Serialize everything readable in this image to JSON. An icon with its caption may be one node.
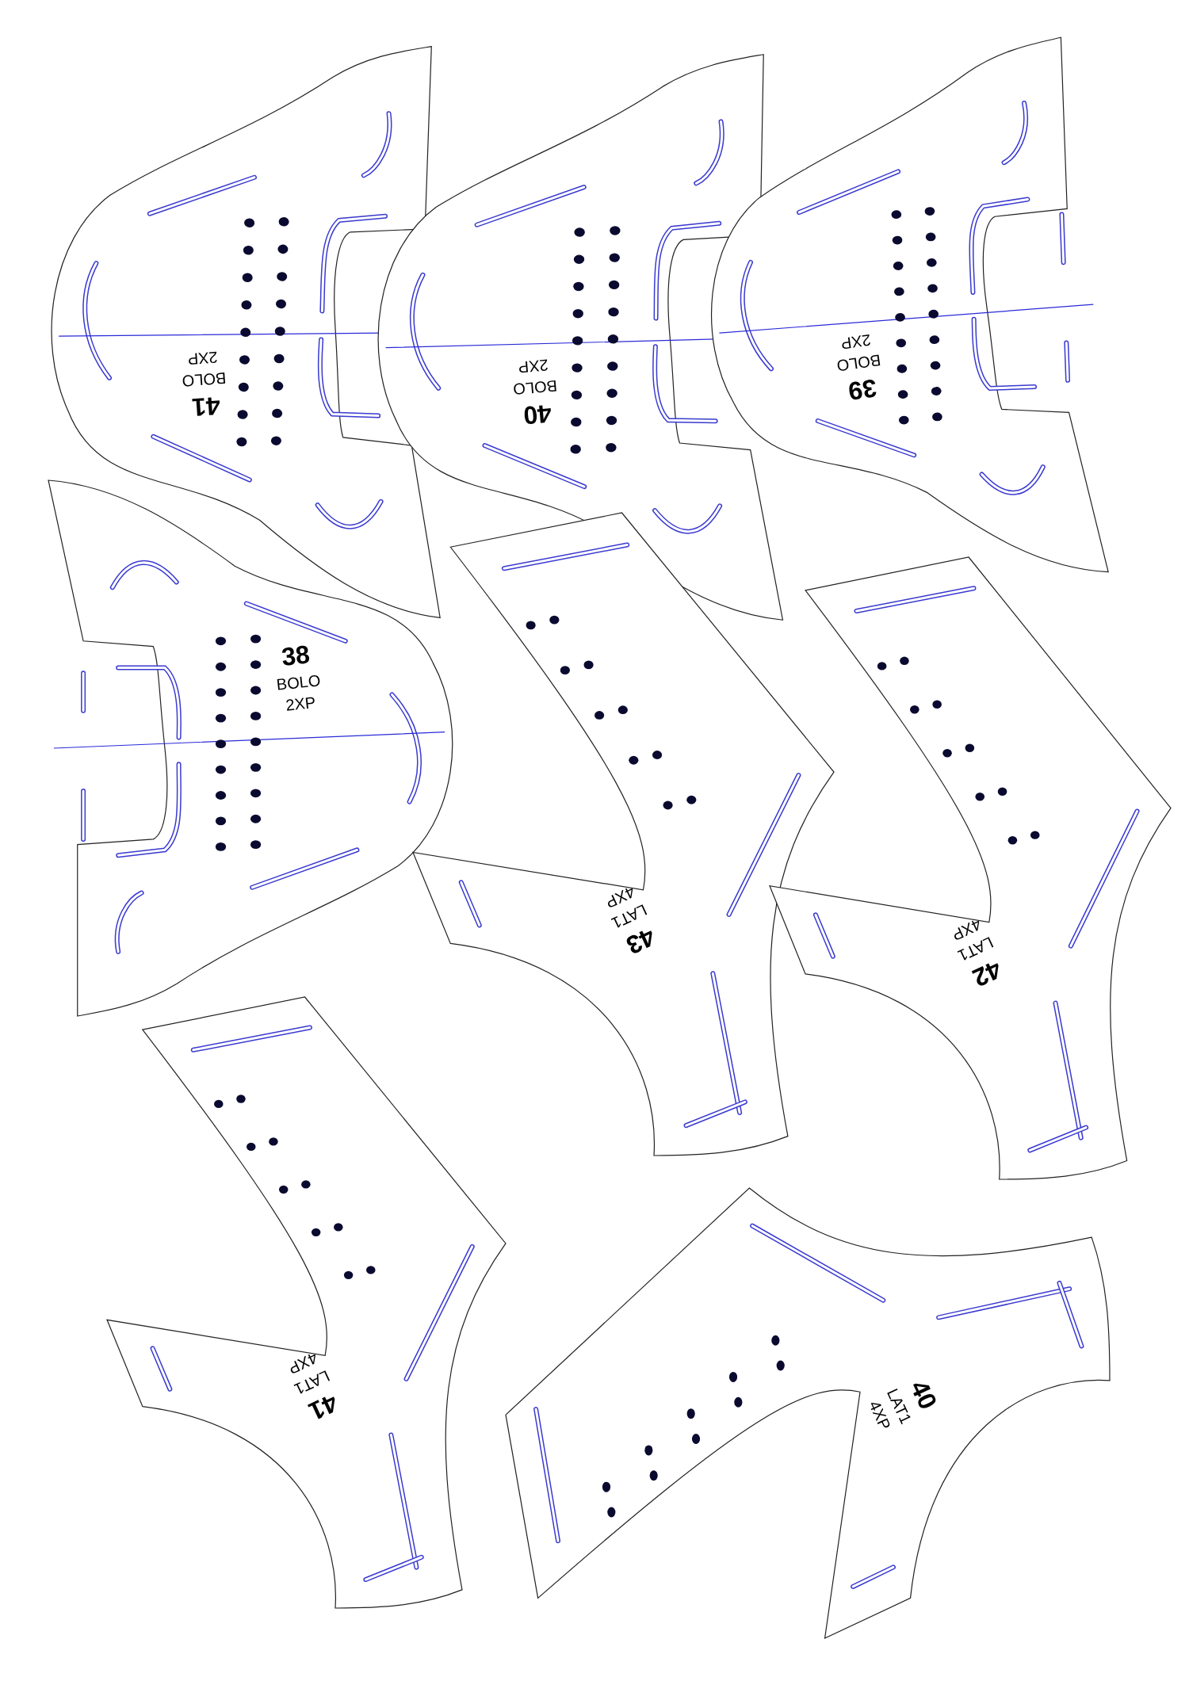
{
  "diagram": {
    "nodes": [
      {
        "text": [
          "41",
          "BOLO",
          "2XP"
        ]
      },
      {
        "text": [
          "40",
          "BOLO",
          "2XP"
        ]
      },
      {
        "text": [
          "39",
          "BOLO",
          "2XP"
        ]
      },
      {
        "text": [
          "38",
          "BOLO",
          "2XP"
        ]
      },
      {
        "text": [
          "43",
          "LAT1",
          "4XP"
        ]
      },
      {
        "text": [
          "42",
          "LAT1",
          "4XP"
        ]
      },
      {
        "text": [
          "41",
          "LAT1",
          "4XP"
        ]
      },
      {
        "text": [
          "40",
          "LAT1",
          "4XP"
        ]
      }
    ]
  }
}
